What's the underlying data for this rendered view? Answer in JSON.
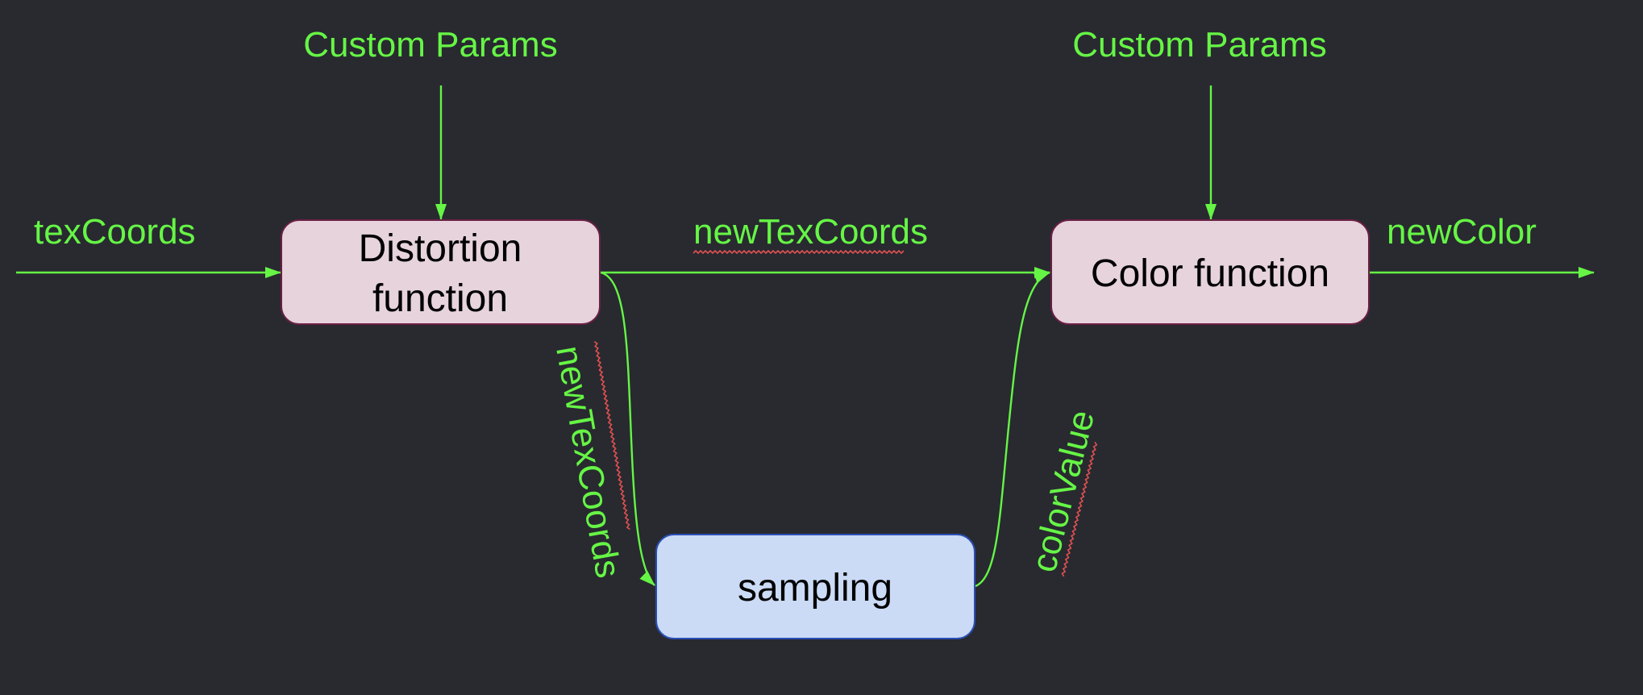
{
  "diagram": {
    "nodes": {
      "distortion": {
        "line1": "Distortion",
        "line2": "function",
        "fill": "#e6d3dc",
        "stroke": "#6b1f45"
      },
      "color": {
        "label": "Color function",
        "fill": "#e6d3dc",
        "stroke": "#6b1f45"
      },
      "sampling": {
        "label": "sampling",
        "fill": "#cbdaf5",
        "stroke": "#2b4fb5"
      }
    },
    "labels": {
      "custom_params_left": "Custom Params",
      "custom_params_right": "Custom Params",
      "tex_coords": "texCoords",
      "new_tex_coords_top": "newTexCoords",
      "new_tex_coords_vertical": "newTexCoords",
      "color_value": "colorValue",
      "new_color": "newColor"
    },
    "edges": [
      {
        "from": "input",
        "to": "distortion",
        "label": "texCoords"
      },
      {
        "from": "custom_params_left",
        "to": "distortion"
      },
      {
        "from": "distortion",
        "to": "color",
        "label": "newTexCoords"
      },
      {
        "from": "distortion",
        "to": "sampling",
        "label": "newTexCoords"
      },
      {
        "from": "sampling",
        "to": "color",
        "label": "colorValue"
      },
      {
        "from": "custom_params_right",
        "to": "color"
      },
      {
        "from": "color",
        "to": "output",
        "label": "newColor"
      }
    ],
    "colors": {
      "background": "#282a30",
      "edge": "#66f545",
      "label": "#66f545"
    }
  }
}
